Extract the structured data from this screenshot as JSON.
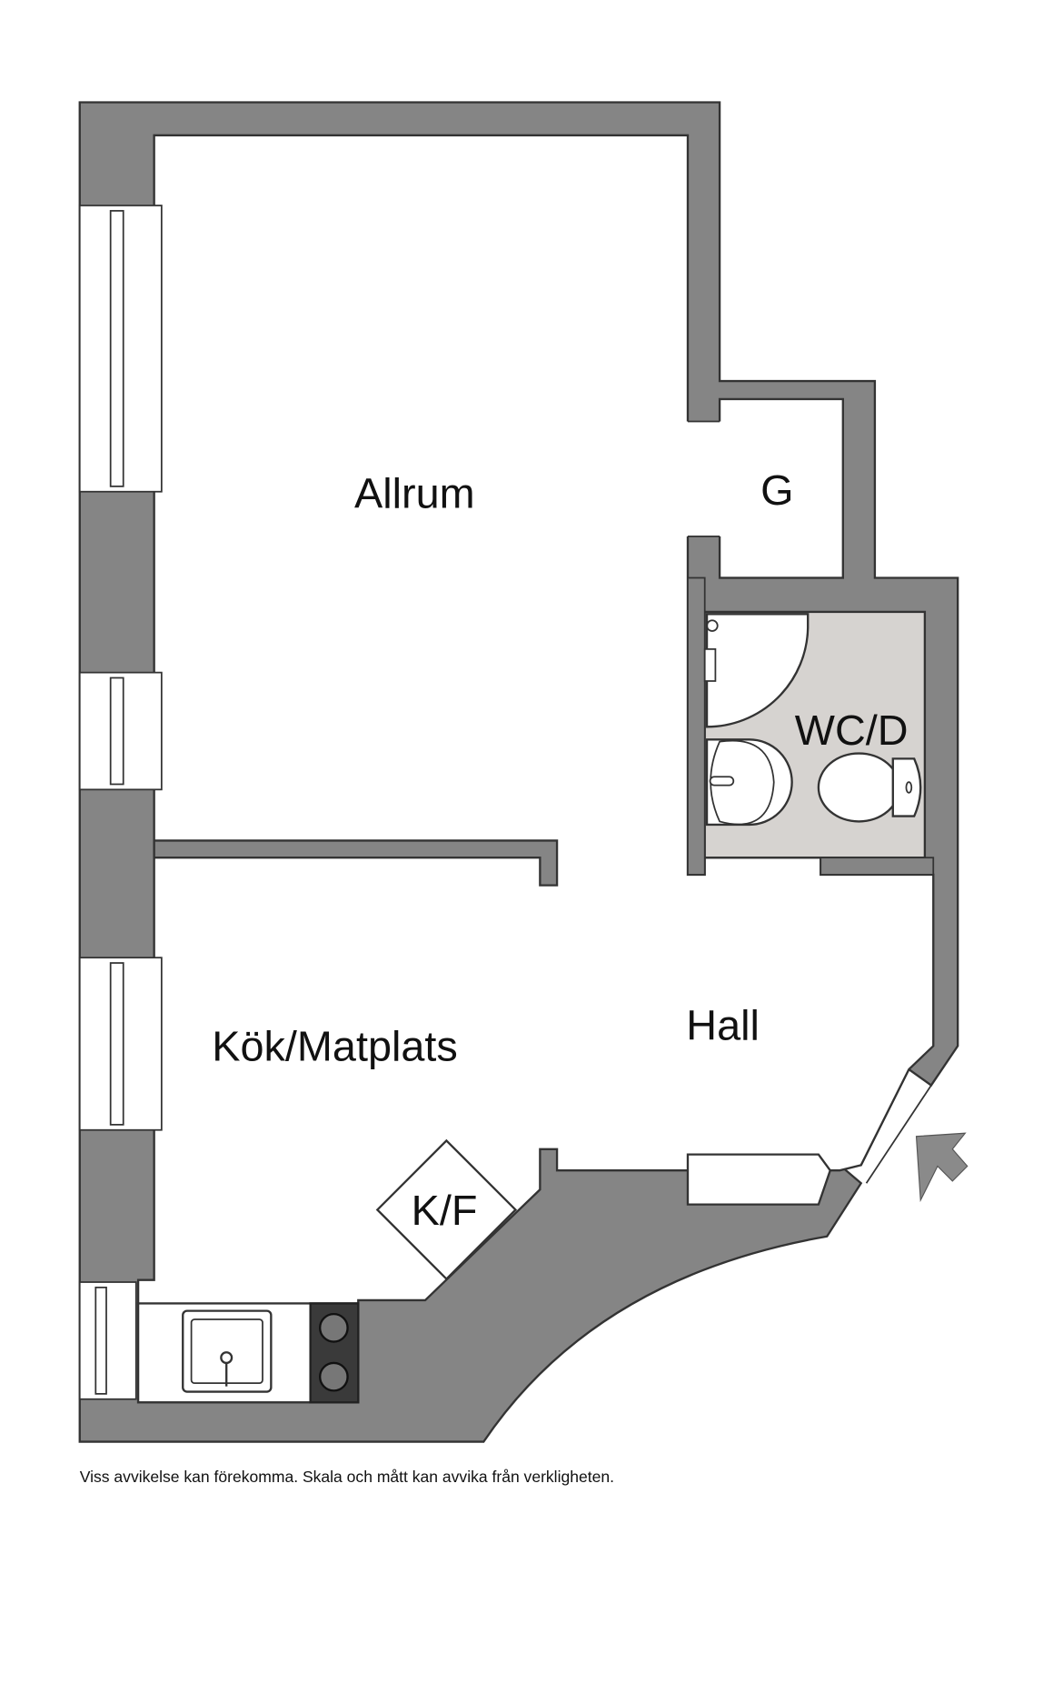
{
  "rooms": {
    "allrum": "Allrum",
    "g": "G",
    "wcd": "WC/D",
    "hall": "Hall",
    "kok": "Kök/Matplats",
    "kf": "K/F"
  },
  "disclaimer": "Viss avvikelse kan förekomma. Skala och mått kan avvika från verkligheten.",
  "colors": {
    "wall": "#858585",
    "bath_floor": "#d6d3d0",
    "outline": "#333333"
  }
}
